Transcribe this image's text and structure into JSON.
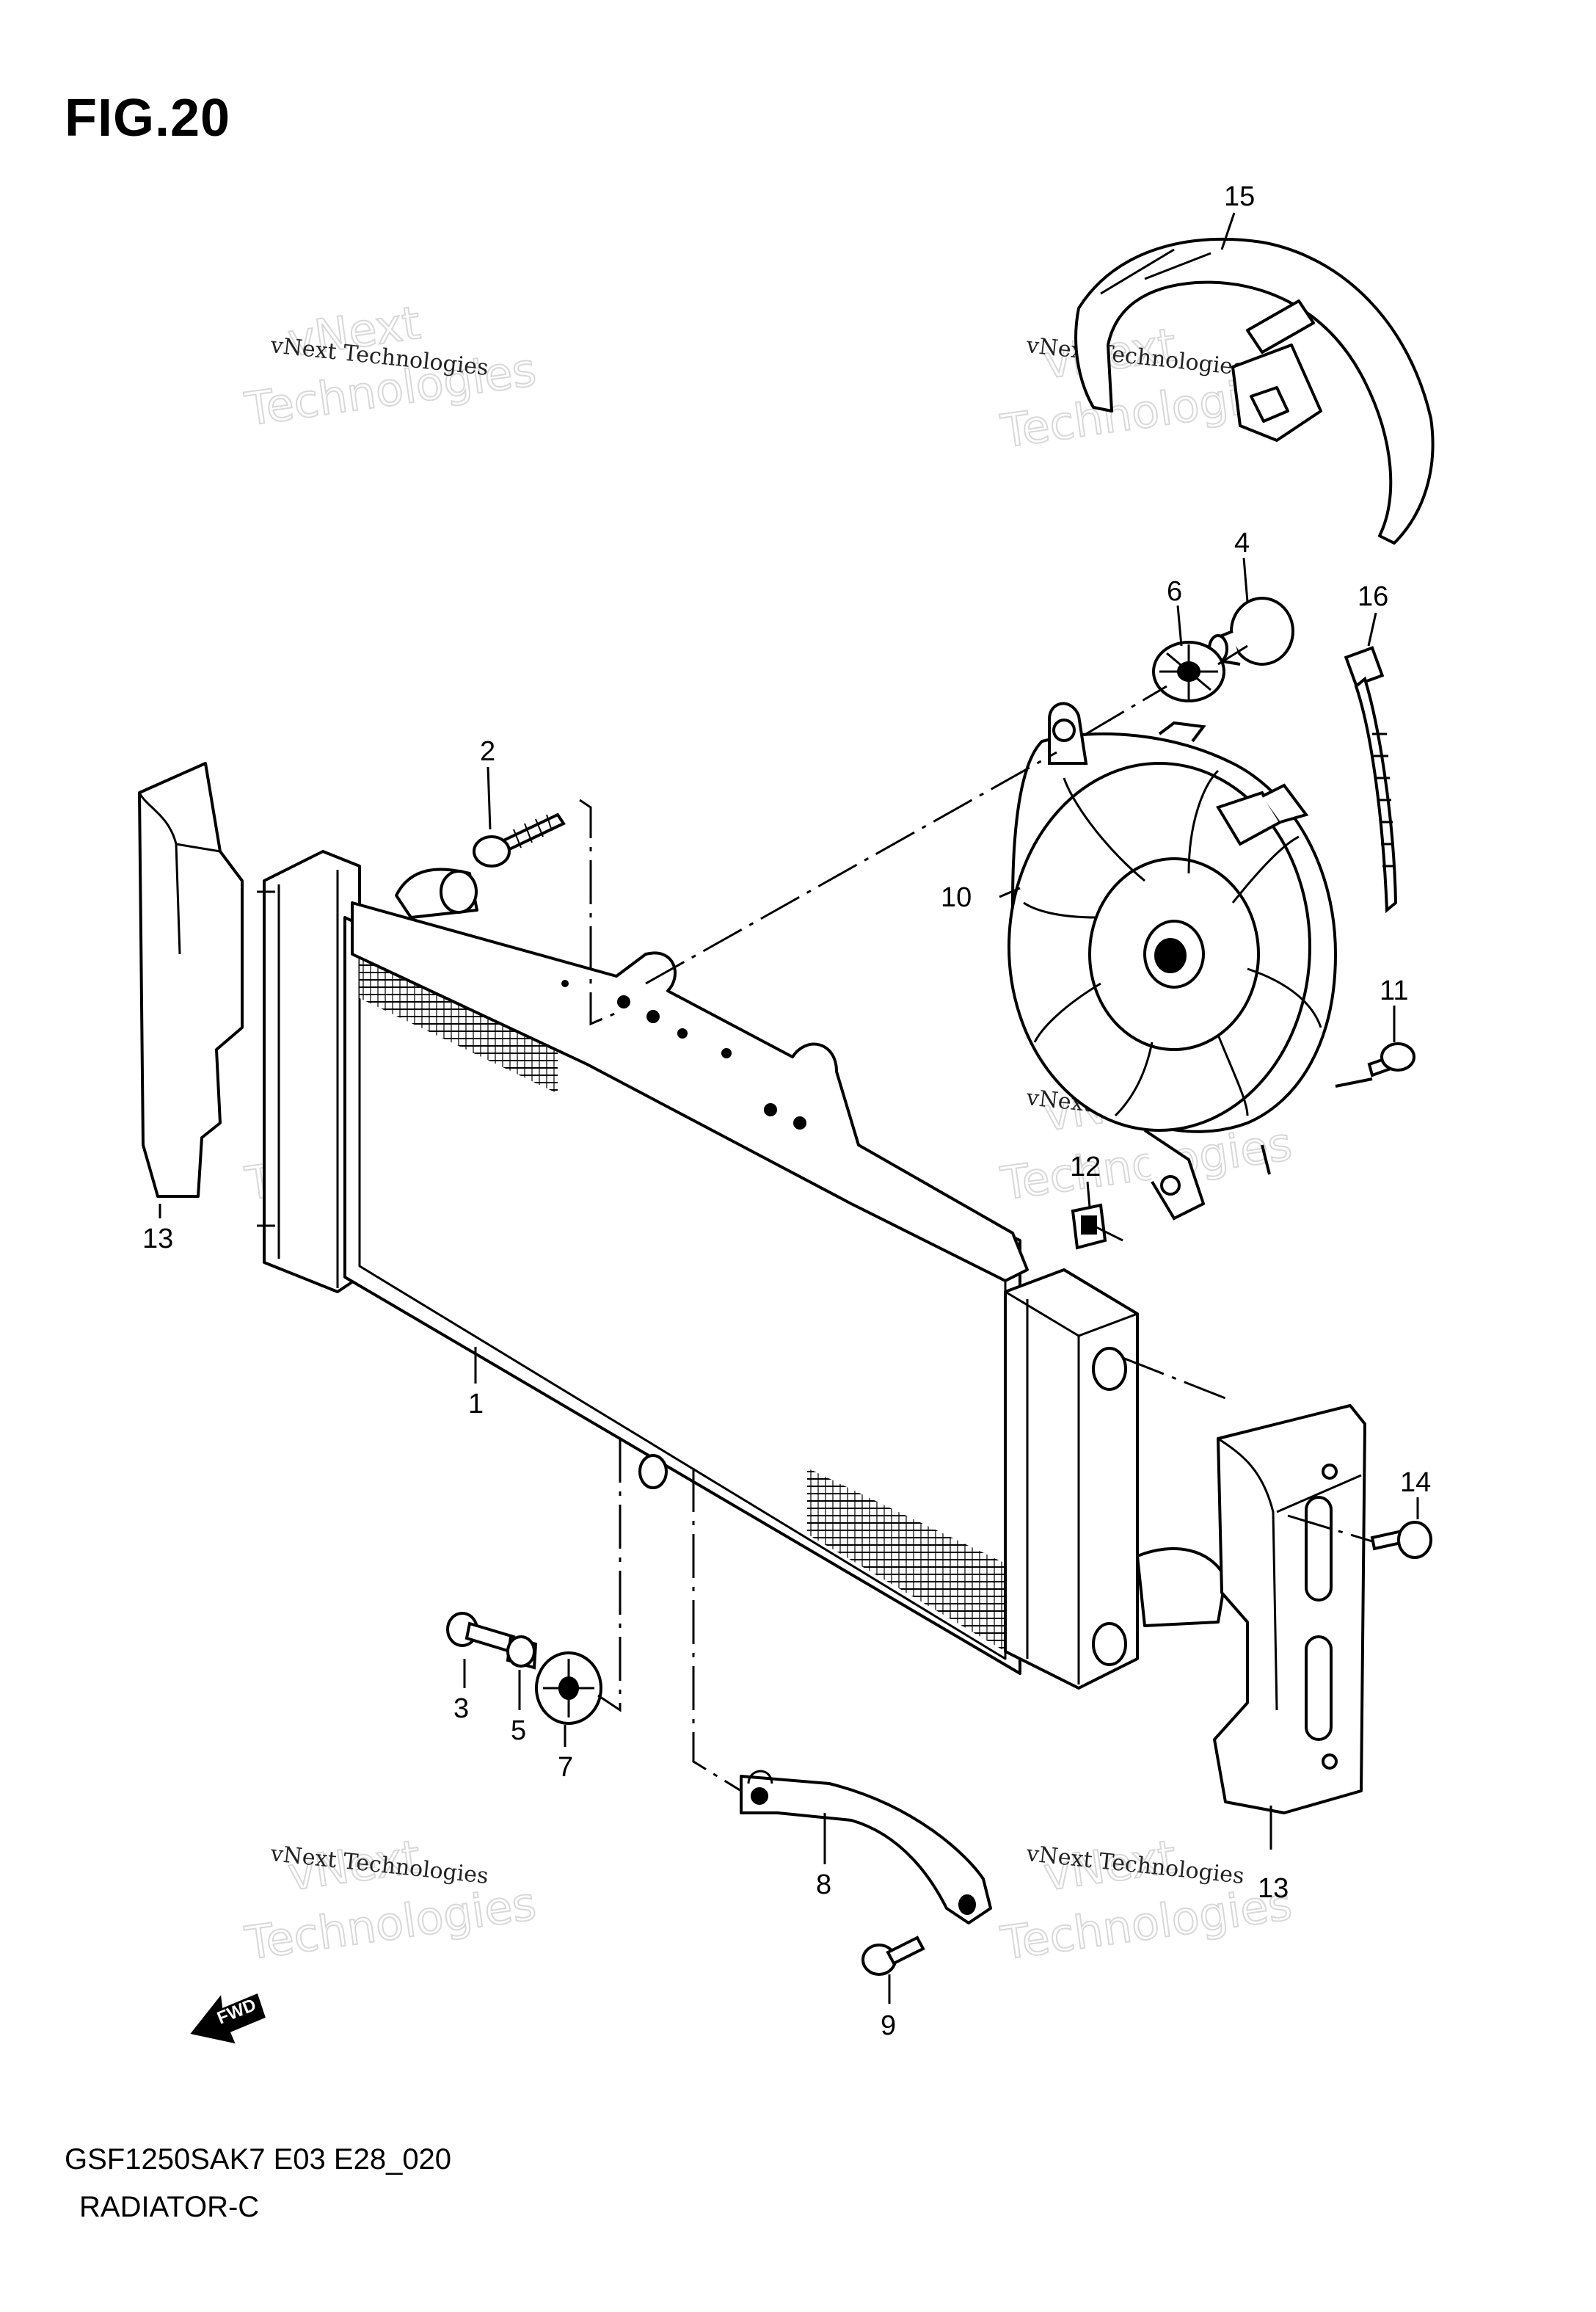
{
  "figure": {
    "title": "FIG.20",
    "code": "GSF1250SAK7 E03 E28_020",
    "name": "RADIATOR-C"
  },
  "watermark": {
    "line1": "vNext Technologies",
    "line2": "vNext",
    "line3": "Technologies"
  },
  "fwd_label": "FWD",
  "callouts": {
    "p1": "1",
    "p2": "2",
    "p3": "3",
    "p4": "4",
    "p5": "5",
    "p6": "6",
    "p7": "7",
    "p8": "8",
    "p9": "9",
    "p10": "10",
    "p11": "11",
    "p12": "12",
    "p13a": "13",
    "p13b": "13",
    "p14": "14",
    "p15": "15",
    "p16": "16"
  }
}
